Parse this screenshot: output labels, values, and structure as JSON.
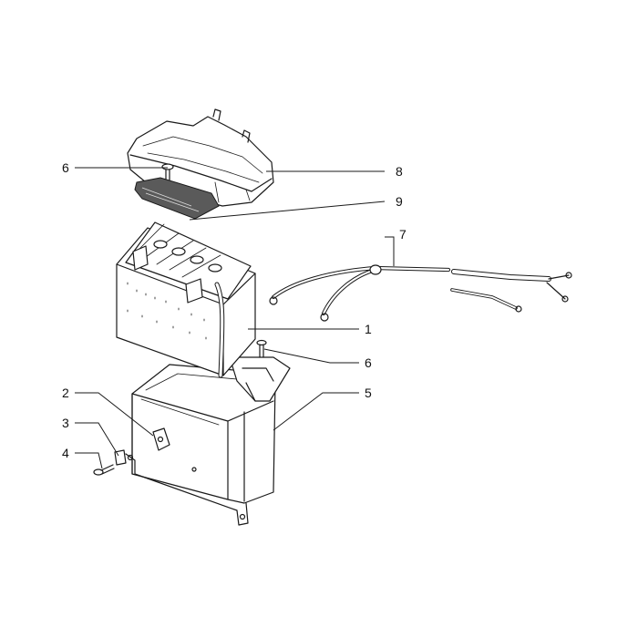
{
  "diagram": {
    "callouts": [
      {
        "id": "c6a",
        "label": "6"
      },
      {
        "id": "c8",
        "label": "8"
      },
      {
        "id": "c9",
        "label": "9"
      },
      {
        "id": "c7",
        "label": "7"
      },
      {
        "id": "c1",
        "label": "1"
      },
      {
        "id": "c6b",
        "label": "6"
      },
      {
        "id": "c2",
        "label": "2"
      },
      {
        "id": "c5",
        "label": "5"
      },
      {
        "id": "c3",
        "label": "3"
      },
      {
        "id": "c4",
        "label": "4"
      }
    ]
  }
}
